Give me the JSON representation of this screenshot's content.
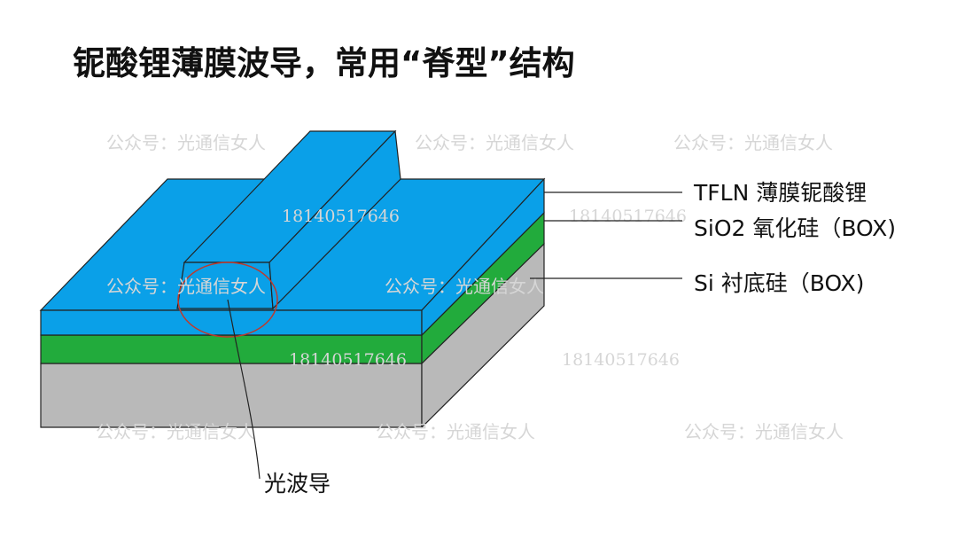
{
  "title": "铌酸锂薄膜波导，常用“脊型”结构",
  "labels": {
    "tfln": "TFLN 薄膜铌酸锂",
    "sio2": "SiO2 氧化硅（BOX)",
    "si": "Si 衬底硅（BOX)",
    "waveguide": "光波导"
  },
  "watermarks": {
    "account": "公众号：光通信女人",
    "number": "18140517646"
  },
  "colors": {
    "tfln": "#0aa0e8",
    "sio2": "#22ab3c",
    "si": "#b9b9b9",
    "outline": "#222222",
    "mode_circle": "#c0392b"
  }
}
